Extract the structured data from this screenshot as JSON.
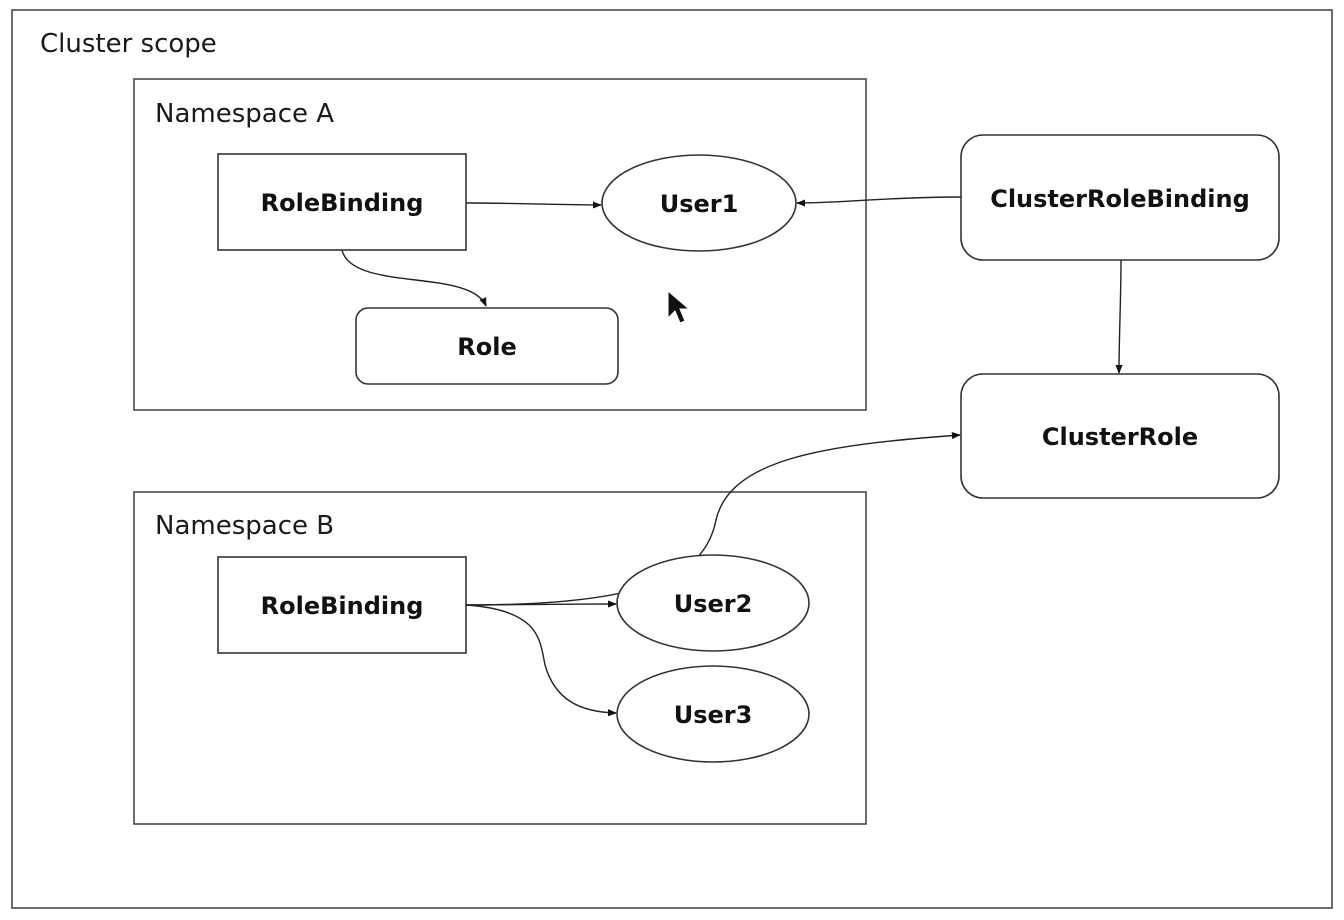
{
  "regions": {
    "cluster": {
      "label": "Cluster scope"
    },
    "namespace_a": {
      "label": "Namespace A"
    },
    "namespace_b": {
      "label": "Namespace B"
    }
  },
  "nodes": {
    "ns_a_rolebinding": {
      "label": "RoleBinding",
      "shape": "rectangle"
    },
    "ns_a_user1": {
      "label": "User1",
      "shape": "ellipse"
    },
    "ns_a_role": {
      "label": "Role",
      "shape": "rounded-rectangle"
    },
    "clusterrolebinding": {
      "label": "ClusterRoleBinding",
      "shape": "rounded-rectangle"
    },
    "clusterrole": {
      "label": "ClusterRole",
      "shape": "rounded-rectangle"
    },
    "ns_b_rolebinding": {
      "label": "RoleBinding",
      "shape": "rectangle"
    },
    "ns_b_user2": {
      "label": "User2",
      "shape": "ellipse"
    },
    "ns_b_user3": {
      "label": "User3",
      "shape": "ellipse"
    }
  },
  "edges": [
    {
      "from": "ns_a_rolebinding",
      "to": "ns_a_user1"
    },
    {
      "from": "ns_a_rolebinding",
      "to": "ns_a_role"
    },
    {
      "from": "clusterrolebinding",
      "to": "ns_a_user1"
    },
    {
      "from": "clusterrolebinding",
      "to": "clusterrole"
    },
    {
      "from": "ns_b_rolebinding",
      "to": "clusterrole"
    },
    {
      "from": "ns_b_rolebinding",
      "to": "ns_b_user2"
    },
    {
      "from": "ns_b_rolebinding",
      "to": "ns_b_user3"
    }
  ],
  "icons": {
    "cursor": "mouse-pointer-icon"
  }
}
